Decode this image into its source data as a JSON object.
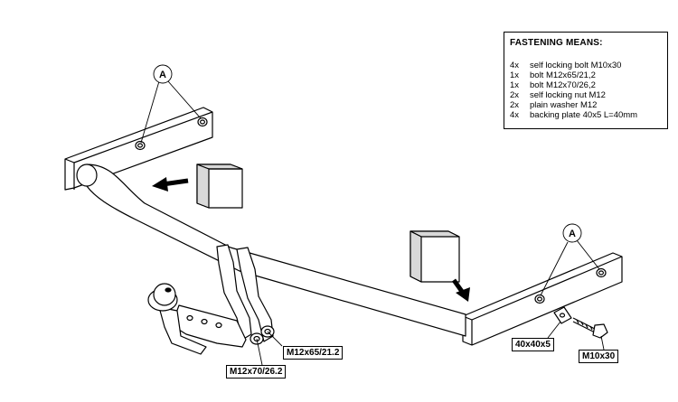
{
  "legend": {
    "title": "FASTENING MEANS:",
    "items": [
      {
        "qty": "4x",
        "desc": "self locking bolt M10x30"
      },
      {
        "qty": "1x",
        "desc": "bolt M12x65/21,2"
      },
      {
        "qty": "1x",
        "desc": "bolt M12x70/26,2"
      },
      {
        "qty": "2x",
        "desc": "self locking nut M12"
      },
      {
        "qty": "2x",
        "desc": "plain washer M12"
      },
      {
        "qty": "4x",
        "desc": "backing plate 40x5 L=40mm"
      }
    ]
  },
  "callouts": {
    "left": "A",
    "right": "A"
  },
  "labels": {
    "bolt_m12x65": "M12x65/21.2",
    "bolt_m12x70": "M12x70/26.2",
    "backing_plate": "40x40x5",
    "bolt_m10x30": "M10x30"
  },
  "colors": {
    "line": "#000000",
    "fill": "#ffffff",
    "box_shade": "#d9d9d9"
  }
}
